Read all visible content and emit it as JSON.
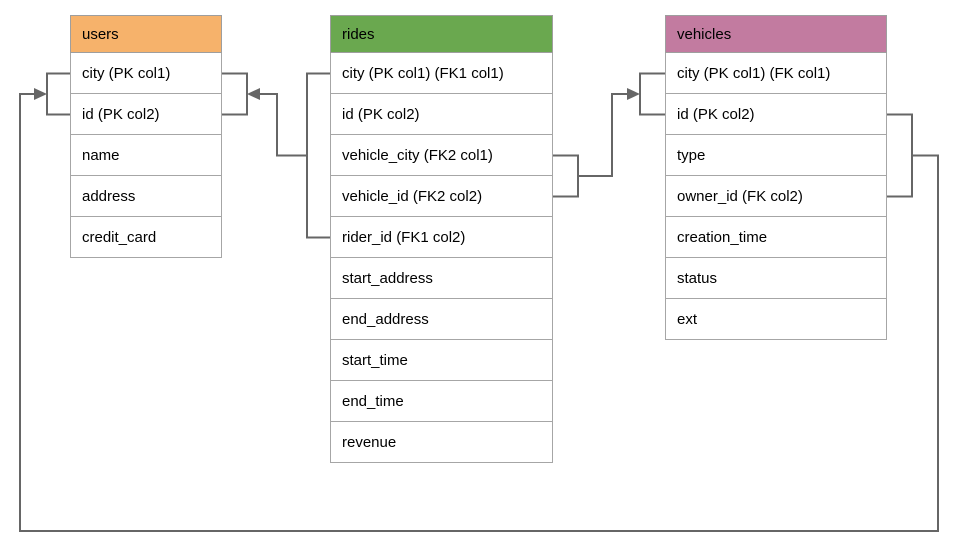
{
  "diagram": {
    "background": "#ffffff",
    "line_color": "#666666",
    "cell_border_color": "#a6a6a6",
    "text_color": "#000000",
    "tables": [
      {
        "name": "users",
        "header_color": "#f6b26b",
        "columns": [
          "city (PK col1)",
          "id (PK col2)",
          "name",
          "address",
          "credit_card"
        ]
      },
      {
        "name": "rides",
        "header_color": "#6aa84f",
        "columns": [
          "city (PK col1) (FK1 col1)",
          "id (PK col2)",
          "vehicle_city (FK2 col1)",
          "vehicle_id (FK2 col2)",
          "rider_id (FK1 col2)",
          "start_address",
          "end_address",
          "start_time",
          "end_time",
          "revenue"
        ]
      },
      {
        "name": "vehicles",
        "header_color": "#c27ba0",
        "columns": [
          "city (PK col1) (FK col1)",
          "id (PK col2)",
          "type",
          "owner_id (FK col2)",
          "creation_time",
          "status",
          "ext"
        ]
      }
    ],
    "relationships": [
      {
        "label": "FK1",
        "from_table": "rides",
        "from_columns": [
          "city (PK col1) (FK1 col1)",
          "rider_id (FK1 col2)"
        ],
        "to_table": "users",
        "to_columns": [
          "city (PK col1)",
          "id (PK col2)"
        ]
      },
      {
        "label": "FK2",
        "from_table": "rides",
        "from_columns": [
          "vehicle_city (FK2 col1)",
          "vehicle_id (FK2 col2)"
        ],
        "to_table": "vehicles",
        "to_columns": [
          "city (PK col1) (FK col1)",
          "id (PK col2)"
        ]
      },
      {
        "label": "FK",
        "from_table": "vehicles",
        "from_columns": [
          "id (PK col2)",
          "owner_id (FK col2)"
        ],
        "to_table": "users",
        "to_columns": [
          "city (PK col1)",
          "id (PK col2)"
        ]
      }
    ]
  }
}
